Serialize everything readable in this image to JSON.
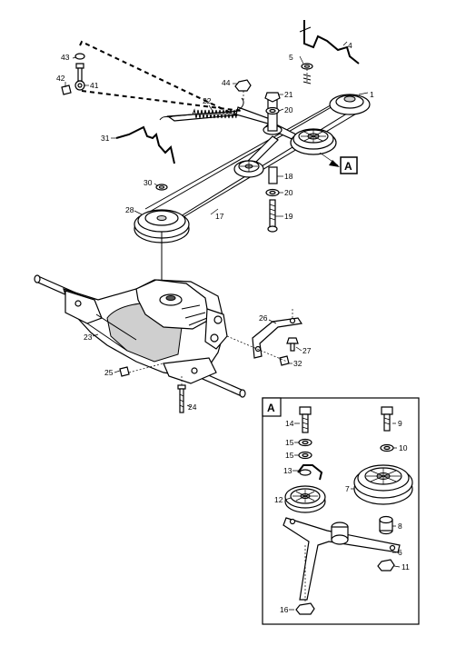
{
  "callouts": {
    "p1": "1",
    "p4": "4",
    "p5": "5",
    "p17": "17",
    "p18": "18",
    "p19": "19",
    "p20a": "20",
    "p20b": "20",
    "p21": "21",
    "p22": "22",
    "p23": "23",
    "p24": "24",
    "p25": "25",
    "p26": "26",
    "p27": "27",
    "p28": "28",
    "p30": "30",
    "p31": "31",
    "p32": "32",
    "p41": "41",
    "p42": "42",
    "p43": "43",
    "p44": "44"
  },
  "detail": {
    "flag_label": "A",
    "box_label": "A",
    "p6": "6",
    "p7": "7",
    "p8": "8",
    "p9": "9",
    "p10": "10",
    "p11": "11",
    "p12": "12",
    "p13": "13",
    "p14": "14",
    "p15a": "15",
    "p15b": "15",
    "p16": "16"
  }
}
